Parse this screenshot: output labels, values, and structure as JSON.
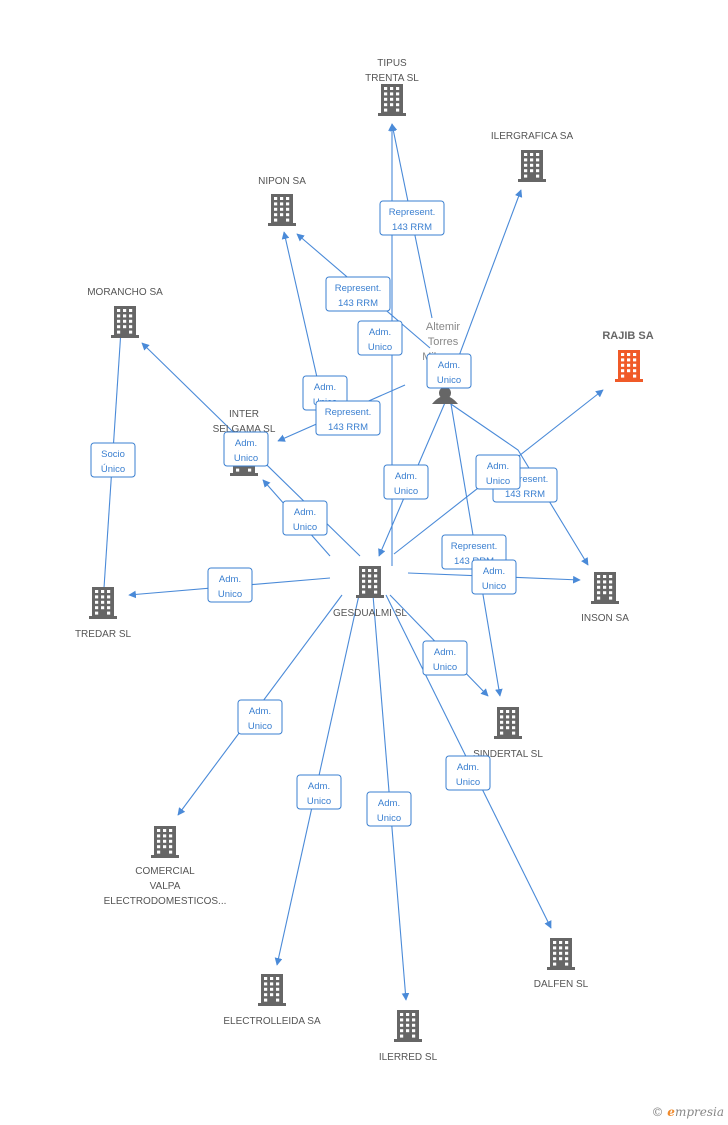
{
  "colors": {
    "edge": "#4a8ad8",
    "label": "#3a7fd0",
    "building": "#666666",
    "focus": "#f05a28"
  },
  "person": {
    "name_lines": [
      "Altemir",
      "Torres",
      "Milagros"
    ]
  },
  "focus": {
    "name": "RAJIB SA"
  },
  "nodes": [
    {
      "id": "tipus",
      "lines": [
        "TIPUS",
        "TRENTA SL"
      ]
    },
    {
      "id": "ilergrafica",
      "lines": [
        "ILERGRAFICA SA"
      ]
    },
    {
      "id": "nipon",
      "lines": [
        "NIPON SA"
      ]
    },
    {
      "id": "morancho",
      "lines": [
        "MORANCHO SA"
      ]
    },
    {
      "id": "inter",
      "lines": [
        "INTER",
        "SELGAMA SL"
      ]
    },
    {
      "id": "gesdualmi",
      "lines": [
        "GESDUALMI SL"
      ]
    },
    {
      "id": "tredar",
      "lines": [
        "TREDAR SL"
      ]
    },
    {
      "id": "inson",
      "lines": [
        "INSON SA"
      ]
    },
    {
      "id": "sindertal",
      "lines": [
        "SINDERTAL SL"
      ]
    },
    {
      "id": "comercial",
      "lines": [
        "COMERCIAL",
        "VALPA",
        "ELECTRODOMESTICOS..."
      ]
    },
    {
      "id": "electrolleida",
      "lines": [
        "ELECTROLLEIDA SA"
      ]
    },
    {
      "id": "ilerred",
      "lines": [
        "ILERRED SL"
      ]
    },
    {
      "id": "dalfen",
      "lines": [
        "DALFEN SL"
      ]
    }
  ],
  "edge_labels": [
    {
      "id": "e1",
      "lines": [
        "Represent.",
        "143 RRM"
      ]
    },
    {
      "id": "e2",
      "lines": [
        "Represent.",
        "143 RRM"
      ]
    },
    {
      "id": "e3",
      "lines": [
        "Adm.",
        "Unico"
      ]
    },
    {
      "id": "e4",
      "lines": [
        "Adm.",
        "Unico"
      ]
    },
    {
      "id": "e5",
      "lines": [
        "Adm.",
        "Unico"
      ]
    },
    {
      "id": "e6",
      "lines": [
        "Represent.",
        "143 RRM"
      ]
    },
    {
      "id": "e7",
      "lines": [
        "Adm.",
        "Unico"
      ]
    },
    {
      "id": "e8",
      "lines": [
        "Socio",
        "Único"
      ]
    },
    {
      "id": "e9",
      "lines": [
        "Adm.",
        "Unico"
      ]
    },
    {
      "id": "e10",
      "lines": [
        "Adm.",
        "Unico"
      ]
    },
    {
      "id": "e11",
      "lines": [
        "Represent.",
        "143 RRM"
      ]
    },
    {
      "id": "e12",
      "lines": [
        "Adm.",
        "Unico"
      ]
    },
    {
      "id": "e13",
      "lines": [
        "Represent.",
        "143 RRM"
      ]
    },
    {
      "id": "e14",
      "lines": [
        "Adm.",
        "Unico"
      ]
    },
    {
      "id": "e15",
      "lines": [
        "Adm.",
        "Unico"
      ]
    },
    {
      "id": "e16",
      "lines": [
        "Adm.",
        "Unico"
      ]
    },
    {
      "id": "e17",
      "lines": [
        "Adm.",
        "Unico"
      ]
    },
    {
      "id": "e18",
      "lines": [
        "Adm.",
        "Unico"
      ]
    },
    {
      "id": "e19",
      "lines": [
        "Adm.",
        "Unico"
      ]
    },
    {
      "id": "e20",
      "lines": [
        "Adm.",
        "Unico"
      ]
    }
  ],
  "footer": {
    "copyright": "©",
    "brand_initial": "e",
    "brand_rest": "mpresia"
  }
}
